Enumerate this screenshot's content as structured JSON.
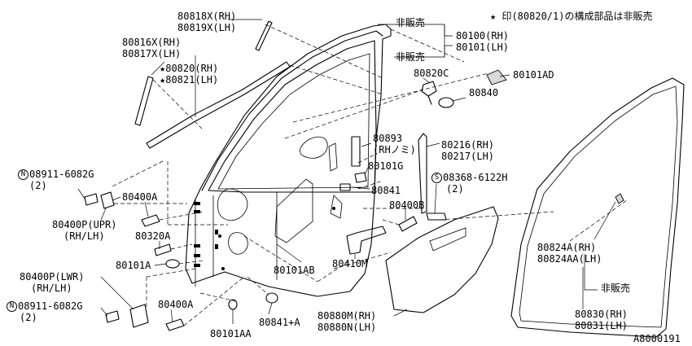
{
  "note": "★ 印(80820/1)の構成部品は非販売",
  "diagram_code": "A8000191",
  "labels": {
    "p80818": "80818X(RH)",
    "p80819": "80819X(LH)",
    "p80816": "80816X(RH)",
    "p80817": "80817X(LH)",
    "p80820": "★80820(RH)",
    "p80821": "★80821(LH)",
    "p80100": "80100(RH)",
    "p80101": "80101(LH)",
    "hihanbai_a": "非販売",
    "hihanbai_b": "非販売",
    "hihanbai_c": "非販売",
    "p80820c": "80820C",
    "p80101ad": "80101AD",
    "p80840": "80840",
    "p80893": "80893",
    "p80893_note": "(RHノミ)",
    "p80216": "80216(RH)",
    "p80217": "80217(LH)",
    "p80101g": "80101G",
    "p08368_code": "08368-6122H",
    "p08368_mark": "S",
    "p08368_qty": "(2)",
    "p80841": "80841",
    "p80400b": "80400B",
    "p08911a_mark": "N",
    "p08911a_code": "08911-6082G",
    "p08911a_qty": "(2)",
    "p80400a_upper": "80400A",
    "p80400p_upr": "80400P(UPR)",
    "p80400p_upr_side": "(RH/LH)",
    "p80320a": "80320A",
    "p80101a": "80101A",
    "p80101ab": "80101AB",
    "p80410m": "80410M",
    "p80824a": "80824A(RH)",
    "p80824aa": "80824AA(LH)",
    "p80830": "80830(RH)",
    "p80831": "80831(LH)",
    "p80400p_lwr": "80400P(LWR)",
    "p80400p_lwr_side": "(RH/LH)",
    "p08911b_mark": "N",
    "p08911b_code": "08911-6082G",
    "p08911b_qty": "(2)",
    "p80400a_lower": "80400A",
    "p80841a": "80841+A",
    "p80101aa": "80101AA",
    "p80880m": "80880M(RH)",
    "p80880n": "80880N(LH)"
  }
}
